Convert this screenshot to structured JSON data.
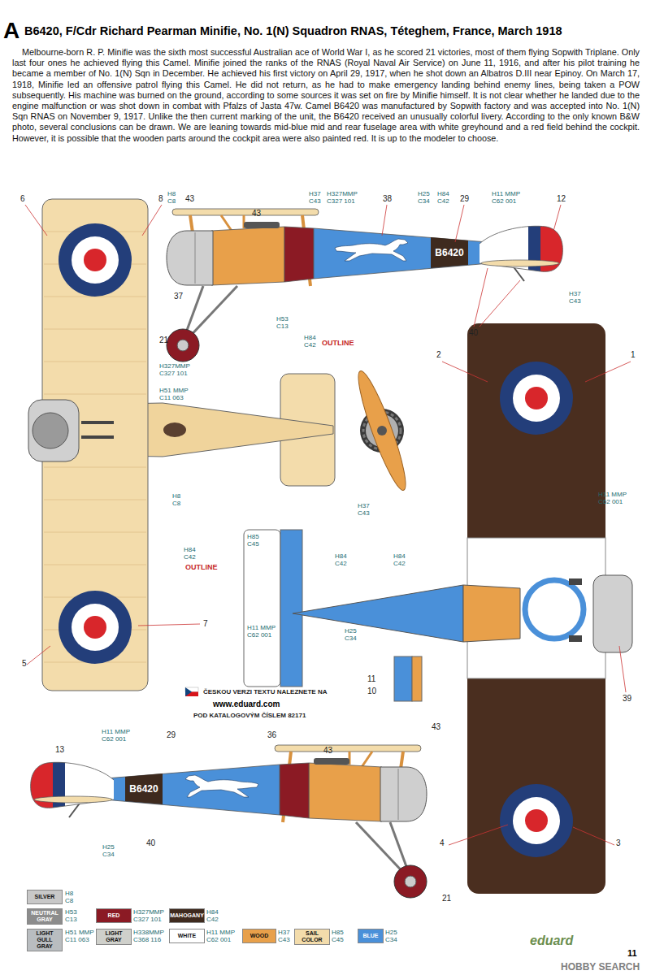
{
  "diagram": {
    "title": "B6420, F/Cdr Richard Pearman Minifie, No. 1(N) Squadron RNAS, Téteghem, France, March 1918",
    "labels": [
      "A",
      "Melbourne-born R. P. Minifie was the sixth most successful Australian ace of World War I, as he scored 21 victories, most of them flying Sopwith Triplane. Only last four ones he achieved flying this Camel. Minifie joined the ranks of the RNAS (Royal Naval Air Service) on June 11, 1916, and after his pilot training he became a member of No. 1(N) Sqn in December. He achieved his first victory on April 29, 1917, when he shot down an Albatros D.III near Epinoy. On March 17, 1918, Minifie led an offensive patrol flying this Camel. He did not return, as he had to make emergency landing behind enemy lines, being taken a POW subsequently. His machine was burned on the ground, according to some sources it was set on fire by Minifie himself. It is not clear whether he landed due to the engine malfunction or was shot down in combat with Pfalzs of Jasta 47w. Camel B6420 was manufactured by Sopwith factory and was accepted into No. 1(N) Sqn RNAS on November 9, 1917. Unlike the then current marking of the unit, the B6420 received an unusually colorful livery. According to the only known B&W photo, several conclusions can be drawn. We are leaning towards mid-blue mid and rear fuselage area with white greyhound and a red field behind the cockpit. However, it is possible that the wooden parts around the cockpit area were also painted red. It is up to the modeler to choose.",
      "6",
      "H8 C8",
      "8",
      "43",
      "43",
      "H37 C43",
      "H327MMP C327 101",
      "38",
      "H25 C34",
      "H84 C42",
      "29",
      "H11 MMP C62 001",
      "12",
      "B6420",
      "37",
      "H37 C43",
      "40",
      "H53 C13",
      "21",
      "H84 C42",
      "OUTLINE",
      "H327MMP C327 101",
      "H51 MMP C11 063",
      "2",
      "1",
      "H8 C8",
      "H37 C43",
      "H11 MMP C62 001",
      "H85 C45",
      "H84 C42",
      "OUTLINE",
      "H84 C42",
      "H84 C42",
      "7",
      "H11 MMP C62 001",
      "H25 C34",
      "5",
      "11",
      "10",
      "39",
      "ČESKOU VERZI TEXTU NALEZNETE NA",
      "www.eduard.com",
      "POD KATALOGOVÝM ČÍSLEM 82171",
      "13",
      "H11 MMP C62 001",
      "29",
      "36",
      "43",
      "43",
      "B6420",
      "40",
      "H25 C34",
      "4",
      "3",
      "21",
      "H8 C8",
      "H53 C13",
      "H327MMP C327 101",
      "H84 C42",
      "H51 MMP C11 063",
      "H338MMP C368 116",
      "H11 MMP C62 001",
      "H37 C43",
      "H85 C45",
      "H25 C34",
      "eduard",
      "11",
      "HOBBY SEARCH"
    ],
    "legend": [
      {
        "text": "SILVER",
        "color": "#c8c8c8"
      },
      {
        "text": "NEUTRAL GRAY",
        "color": "#8c8c8c"
      },
      {
        "text": "RED",
        "color": "#8b1a24"
      },
      {
        "text": "MAHOGANY",
        "color": "#3e2a1e"
      },
      {
        "text": "LIGHT GULL GRAY",
        "color": "#b9bdc0"
      },
      {
        "text": "LIGHT GRAY",
        "color": "#cfd0cb"
      },
      {
        "text": "WHITE",
        "color": "#ffffff"
      },
      {
        "text": "WOOD",
        "color": "#e8a04a"
      },
      {
        "text": "SAIL COLOR",
        "color": "#f3dcab"
      },
      {
        "text": "BLUE",
        "color": "#4a90d9"
      }
    ]
  }
}
